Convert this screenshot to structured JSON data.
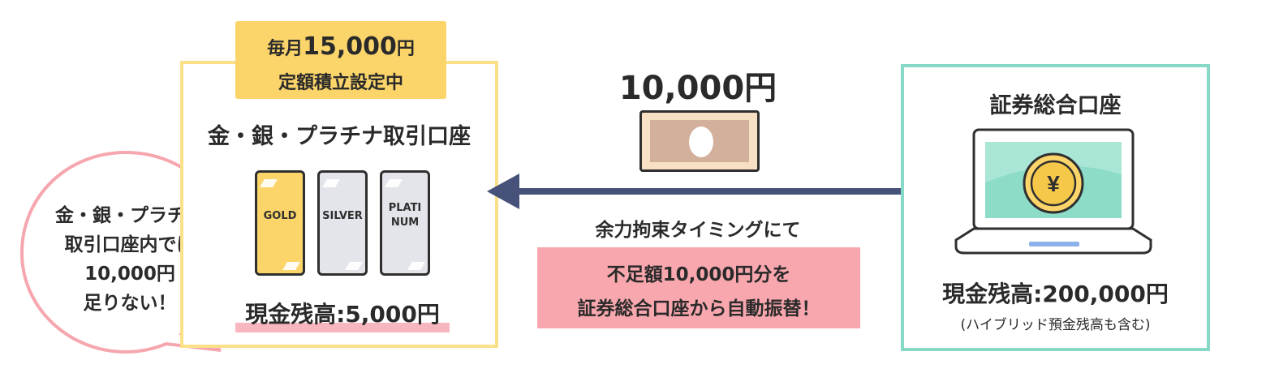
{
  "left_account": {
    "setting_tag": {
      "prefix": "毎月",
      "amount": "15,000",
      "unit": "円",
      "line2": "定額積立設定中"
    },
    "title": "金・銀・プラチナ取引口座",
    "metals": {
      "gold": "GOLD",
      "silver": "SILVER",
      "platinum_line1": "PLATI",
      "platinum_line2": "NUM"
    },
    "balance": "現金残高:5,000円"
  },
  "speech_bubble": {
    "line1": "金・銀・プラチナ",
    "line2": "取引口座内では",
    "line3": "10,000円",
    "line4": "足りない！"
  },
  "transfer": {
    "amount": "10,000円",
    "timing_label": "余力拘束タイミングにて",
    "message_line1": "不足額10,000円分を",
    "message_line2": "証券総合口座から自動振替！"
  },
  "right_account": {
    "title": "証券総合口座",
    "yen_symbol": "¥",
    "balance": "現金残高:200,000円",
    "note": "(ハイブリッド預金残高も含む)"
  },
  "colors": {
    "gold_yellow": "#fbd56a",
    "left_border": "#fbe08a",
    "right_border": "#86d9c6",
    "arrow": "#465279",
    "pink": "#f9a7ae",
    "bubble_border": "#f6a6ae"
  }
}
